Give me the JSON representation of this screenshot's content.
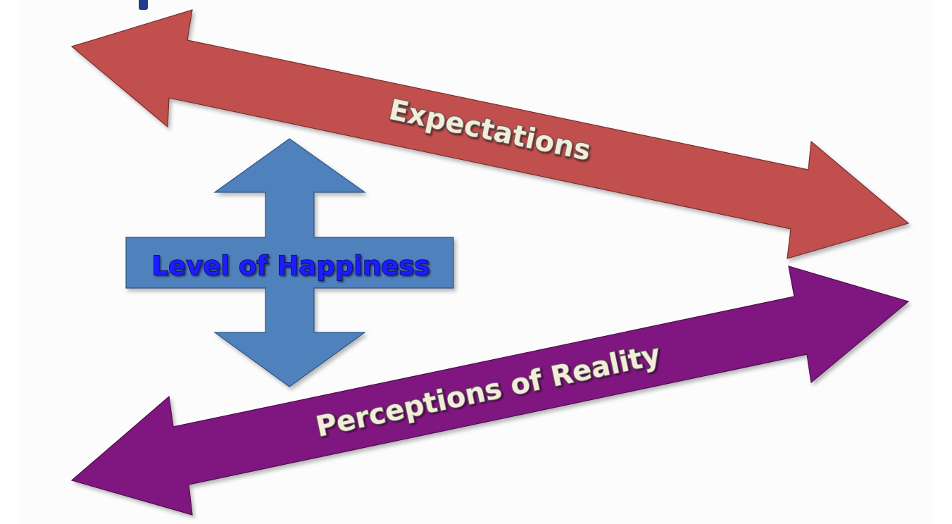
{
  "diagram": {
    "expectations": {
      "label": "Expectations",
      "color": "#c0504d"
    },
    "perceptions": {
      "label": "Perceptions of Reality",
      "color": "#80197f"
    },
    "happiness": {
      "label": "Level of Happiness",
      "color": "#4f81bd",
      "label_color": "#1a1aff"
    }
  }
}
